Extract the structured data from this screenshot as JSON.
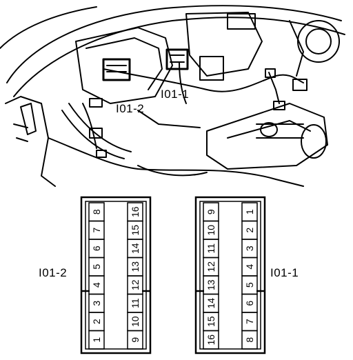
{
  "callouts": {
    "connector_a": "I01-2",
    "connector_b": "I01-1"
  },
  "connectors": {
    "left": {
      "label": "I01-2",
      "left_column": [
        "8",
        "7",
        "6",
        "5",
        "4",
        "3",
        "2",
        "1"
      ],
      "right_column": [
        "16",
        "15",
        "14",
        "13",
        "12",
        "11",
        "10",
        "9"
      ]
    },
    "right": {
      "label": "I01-1",
      "left_column": [
        "9",
        "10",
        "11",
        "12",
        "13",
        "14",
        "15",
        "16"
      ],
      "right_column": [
        "1",
        "2",
        "3",
        "4",
        "5",
        "6",
        "7",
        "8"
      ]
    }
  }
}
